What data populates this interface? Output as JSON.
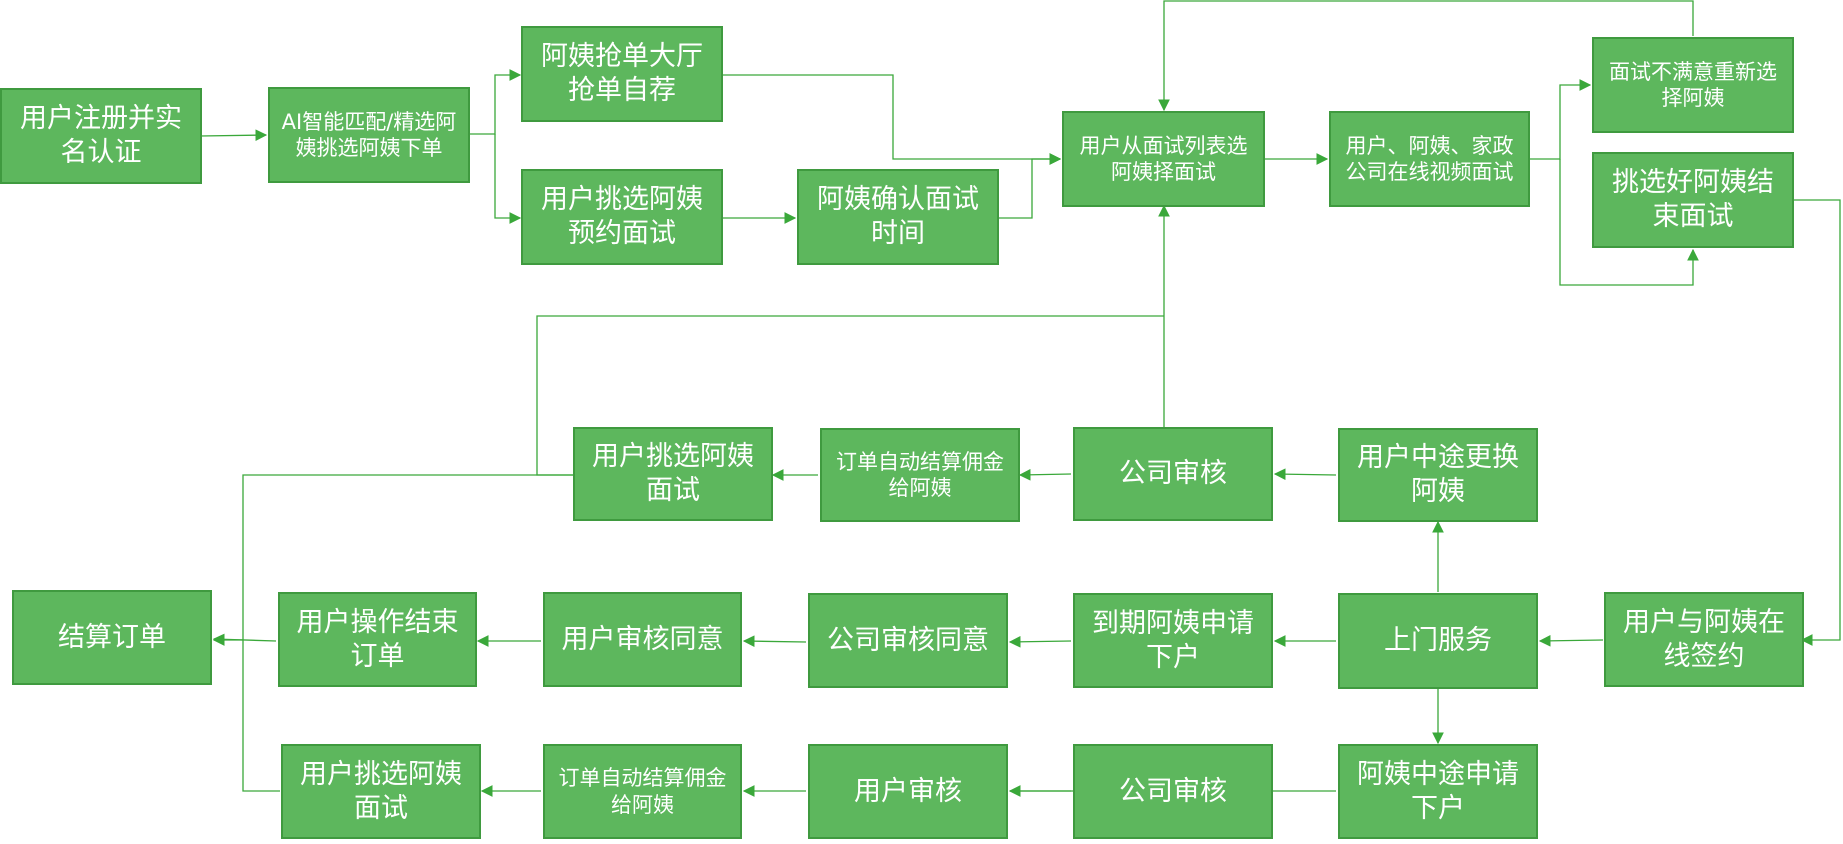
{
  "colors": {
    "box_fill": "#5db75d",
    "box_border": "#3f9a3f",
    "connector": "#3aa83a",
    "text": "#ffffff"
  },
  "nodes": {
    "register": "用户注册并实名认证",
    "ai_match": "AI智能匹配/精选阿姨挑选阿姨下单",
    "grab_hall": "阿姨抢单大厅抢单自荐",
    "user_pick_appt": "用户挑选阿姨预约面试",
    "confirm_time": "阿姨确认面试时间",
    "pick_from_list": "用户从面试列表选阿姨择面试",
    "video_interview": "用户、阿姨、家政公司在线视频面试",
    "reselect": "面试不满意重新选择阿姨",
    "end_interview": "挑选好阿姨结束面试",
    "sign_online": "用户与阿姨在线签约",
    "home_service": "上门服务",
    "user_replace": "用户中途更换阿姨",
    "company_review_1": "公司审核",
    "auto_settle_1": "订单自动结算佣金给阿姨",
    "user_pick_interview_1": "用户挑选阿姨面试",
    "expire_leave": "到期阿姨申请下户",
    "company_agree": "公司审核同意",
    "user_agree": "用户审核同意",
    "user_end_order": "用户操作结束订单",
    "settle_order": "结算订单",
    "aunt_leave": "阿姨中途申请下户",
    "company_review_2": "公司审核",
    "user_review": "用户审核",
    "auto_settle_2": "订单自动结算佣金给阿姨",
    "user_pick_interview_2": "用户挑选阿姨面试"
  }
}
